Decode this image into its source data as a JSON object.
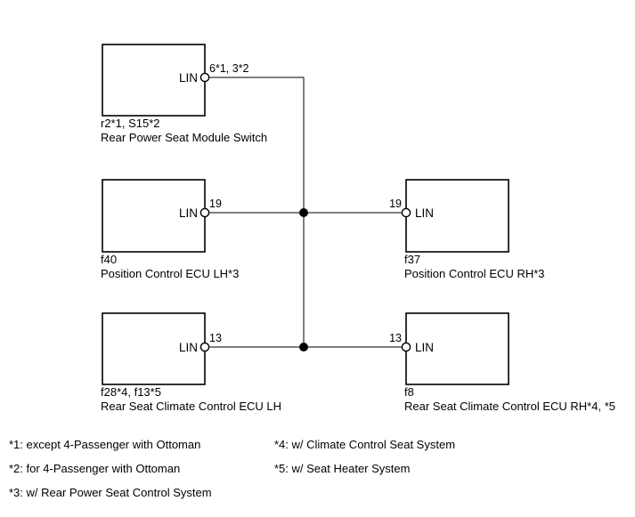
{
  "diagram": {
    "type": "lin-bus-wiring-diagram",
    "line_color": "#000000",
    "background_color": "#ffffff",
    "nodes": [
      {
        "id": "rear-power-seat-module-switch",
        "code": "r2*1, S15*2",
        "name": "Rear Power Seat Module Switch",
        "terminal_name": "LIN",
        "pin": "6*1, 3*2",
        "side": "left"
      },
      {
        "id": "position-control-ecu-lh",
        "code": "f40",
        "name": "Position Control ECU LH*3",
        "terminal_name": "LIN",
        "pin": "19",
        "side": "left"
      },
      {
        "id": "position-control-ecu-rh",
        "code": "f37",
        "name": "Position Control ECU RH*3",
        "terminal_name": "LIN",
        "pin": "19",
        "side": "right"
      },
      {
        "id": "rear-seat-climate-control-ecu-lh",
        "code": "f28*4, f13*5",
        "name": "Rear Seat Climate Control ECU LH",
        "terminal_name": "LIN",
        "pin": "13",
        "side": "left"
      },
      {
        "id": "rear-seat-climate-control-ecu-rh",
        "code": "f8",
        "name": "Rear Seat Climate Control ECU RH*4, *5",
        "terminal_name": "LIN",
        "pin": "13",
        "side": "right"
      }
    ]
  },
  "footnotes": {
    "left_column": [
      "*1: except 4-Passenger with Ottoman",
      "*2: for 4-Passenger with Ottoman",
      "*3: w/ Rear Power Seat Control System"
    ],
    "right_column": [
      "*4: w/ Climate Control Seat System",
      "*5: w/ Seat Heater System"
    ]
  }
}
